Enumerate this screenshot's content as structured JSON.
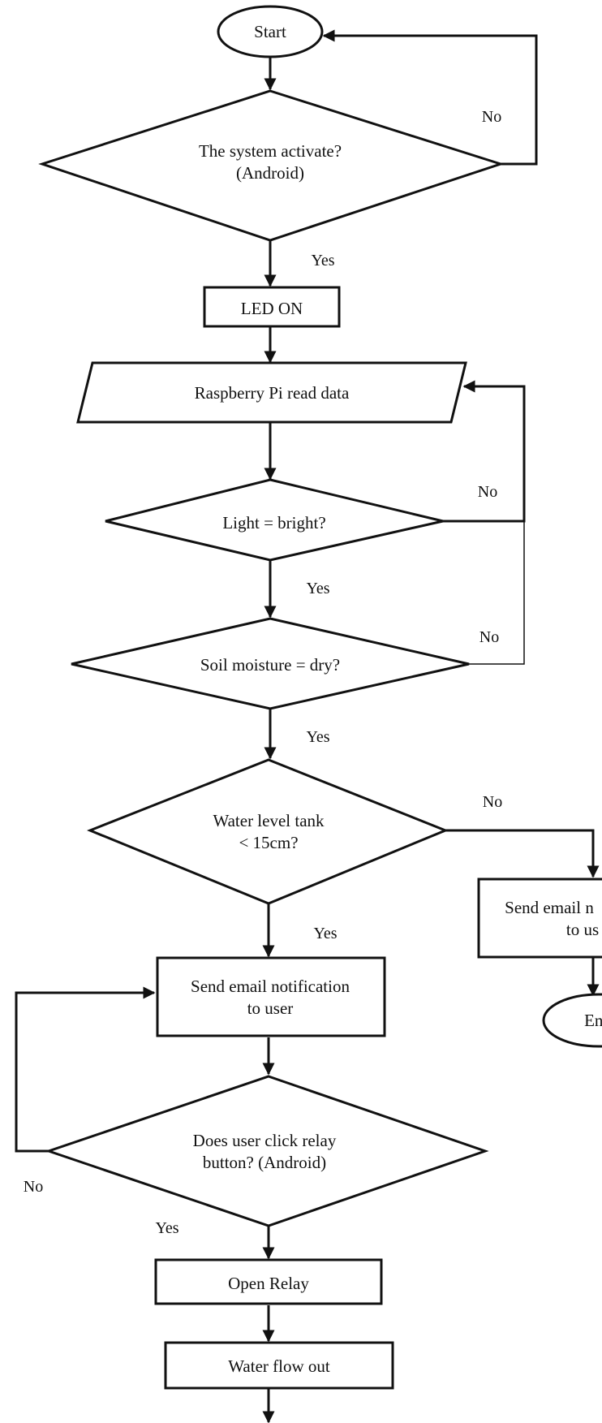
{
  "nodes": {
    "start": "Start",
    "activate_q": [
      "The system activate?",
      "(Android)"
    ],
    "led_on": "LED ON",
    "read_data": "Raspberry Pi read data",
    "light_q": "Light = bright?",
    "soil_q": "Soil moisture = dry?",
    "water_level_q": [
      "Water level tank",
      "< 15cm?"
    ],
    "notify_user": [
      "Send email notification",
      "to user"
    ],
    "relay_q": [
      "Does user click relay",
      "button? (Android)"
    ],
    "open_relay": "Open Relay",
    "water_flow": "Water flow out",
    "notify_user_right": [
      "Send email n",
      "to us"
    ],
    "end": "End"
  },
  "labels": {
    "yes": "Yes",
    "no": "No"
  }
}
